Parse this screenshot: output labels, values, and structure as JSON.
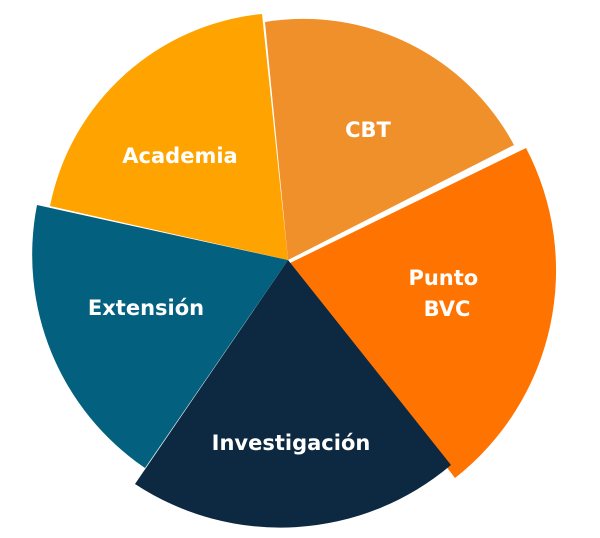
{
  "diagram": {
    "segments": [
      {
        "id": "cbt",
        "lines": [
          "CBT"
        ],
        "color": "#F0902A"
      },
      {
        "id": "punto-bvc",
        "lines": [
          "Punto",
          "BVC"
        ],
        "color": "#FF7300"
      },
      {
        "id": "investigacion",
        "lines": [
          "Investigación"
        ],
        "color": "#0D2841"
      },
      {
        "id": "extension",
        "lines": [
          "Extensión"
        ],
        "color": "#03617F"
      },
      {
        "id": "academia",
        "lines": [
          "Academia"
        ],
        "color": "#FFA300"
      }
    ]
  }
}
